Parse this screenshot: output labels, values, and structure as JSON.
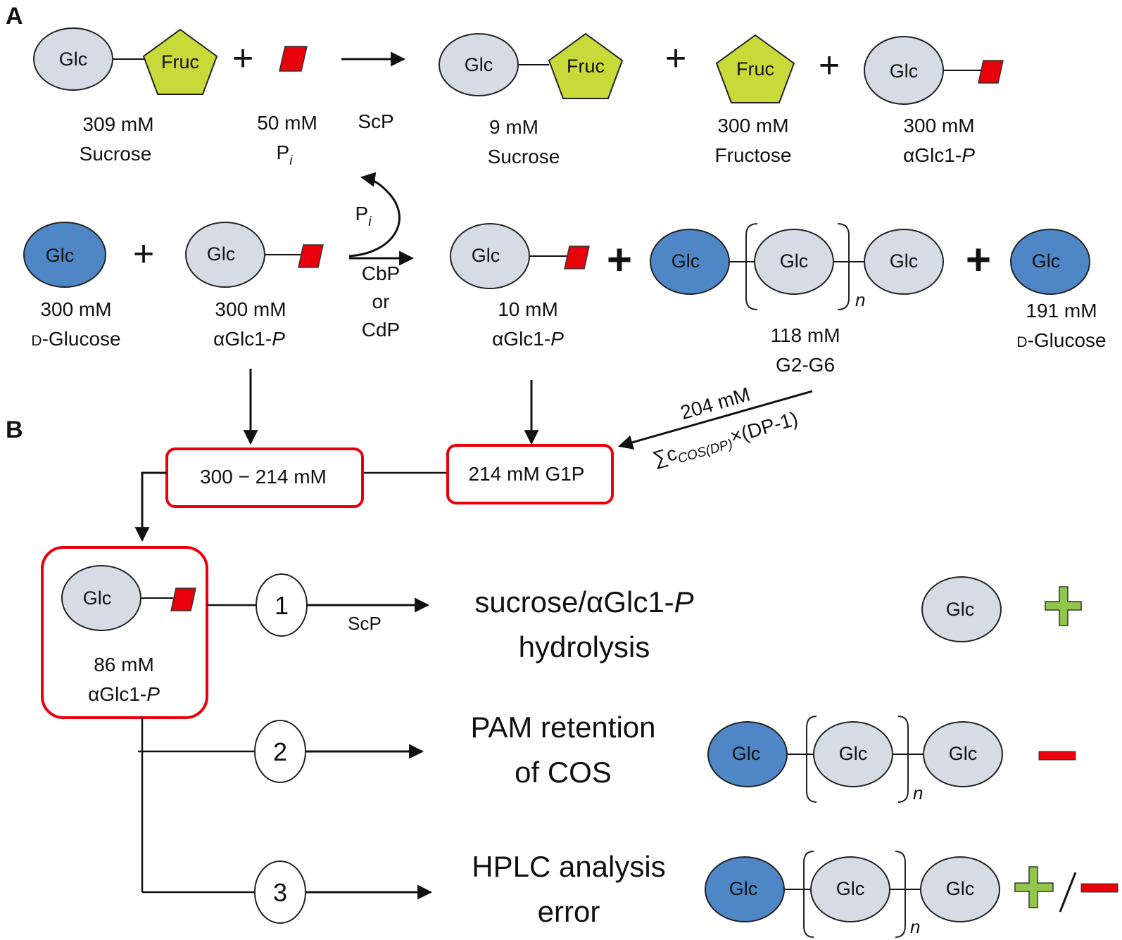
{
  "panels": {
    "a": "A",
    "b": "B"
  },
  "glyphs": {
    "glc": "Glc",
    "fruc": "Fruc",
    "n": "n",
    "plus": "+"
  },
  "colors": {
    "glc_plain": "#d6dce6",
    "glc_blue": "#4f86c6",
    "fruc": "#c8da3a",
    "phosphate": "#e8000b",
    "box_red": "#e8000b",
    "plus_green": "#92c64a",
    "minus_red": "#e8000b"
  },
  "row1": {
    "sucrose_in": {
      "amount": "309 mM",
      "name": "Sucrose"
    },
    "pi_in": {
      "amount": "50 mM",
      "name_main": "P",
      "name_sub": "i"
    },
    "enzyme": "ScP",
    "sucrose_out": {
      "amount": "9 mM",
      "name": "Sucrose"
    },
    "fructose_out": {
      "amount": "300 mM",
      "name": "Fructose"
    },
    "g1p_out": {
      "amount": "300 mM",
      "name_main": "αGlc1-",
      "name_italic": "P"
    }
  },
  "row2": {
    "glucose_in": {
      "amount": "300 mM",
      "name_prefix": "D",
      "name_rest": "-Glucose"
    },
    "g1p_in": {
      "amount": "300 mM",
      "name_main": "αGlc1-",
      "name_italic": "P"
    },
    "pi_release": {
      "main": "P",
      "sub": "i"
    },
    "enzyme_1": "CbP",
    "enzyme_or": "or",
    "enzyme_2": "CdP",
    "g1p_left": {
      "amount": "10 mM",
      "name_main": "αGlc1-",
      "name_italic": "P"
    },
    "cos": {
      "amount": "118 mM",
      "name": "G2-G6"
    },
    "glucose_out": {
      "amount": "191 mM",
      "name_prefix": "D",
      "name_rest": "-Glucose"
    }
  },
  "balance": {
    "cos_g1p_amount": "204 mM",
    "formula_sum": "∑c",
    "formula_sub": "COS(DP)",
    "formula_rest": "×(DP-1)",
    "diff_box": "300 − 214 mM",
    "g1p_box": "214 mM  G1P",
    "residual": {
      "amount": "86 mM",
      "name_main": "αGlc1-",
      "name_italic": "P"
    }
  },
  "explanations": [
    {
      "number": "1",
      "enzyme": "ScP",
      "line1": "sucrose/αGlc1-",
      "line1_italic": "P",
      "line2": "hydrolysis",
      "sign": "+"
    },
    {
      "number": "2",
      "line1": "PAM retention",
      "line2": "of COS",
      "sign": "−"
    },
    {
      "number": "3",
      "line1": "HPLC analysis",
      "line2": "error",
      "sign": "+/−"
    }
  ]
}
